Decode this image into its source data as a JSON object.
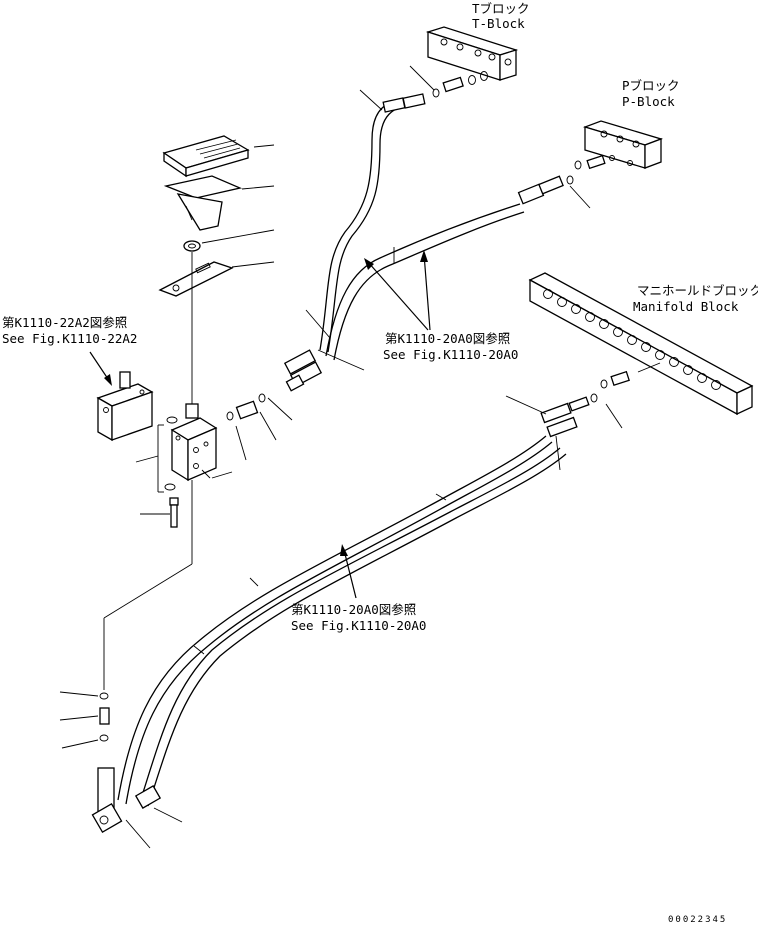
{
  "labels": {
    "t_block_jp": "Tブロック",
    "t_block_en": "T-Block",
    "p_block_jp": "Pブロック",
    "p_block_en": "P-Block",
    "manifold_jp": "マニホールドブロック",
    "manifold_en": "Manifold Block",
    "ref_22a2_jp": "第K1110-22A2図参照",
    "ref_22a2_en": "See Fig.K1110-22A2",
    "ref_20a0_upper_jp": "第K1110-20A0図参照",
    "ref_20a0_upper_en": "See Fig.K1110-20A0",
    "ref_20a0_lower_jp": "第K1110-20A0図参照",
    "ref_20a0_lower_en": "See Fig.K1110-20A0"
  },
  "drawing_number": "00022345"
}
